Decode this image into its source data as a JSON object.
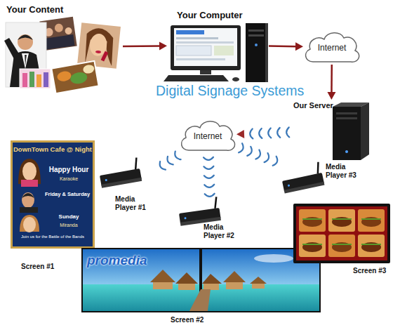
{
  "diagram": {
    "title": "Digital Signage Systems",
    "nodes": [
      {
        "text": [
          "Your Content"
        ]
      },
      {
        "text": [
          "Your Computer"
        ]
      },
      {
        "text": [
          "Internet"
        ]
      },
      {
        "text": [
          "Our Server"
        ]
      },
      {
        "text": [
          "Internet"
        ]
      },
      {
        "text": [
          "Media Player #1"
        ]
      },
      {
        "text": [
          "Media Player #2"
        ]
      },
      {
        "text": [
          "Media Player #3"
        ]
      },
      {
        "text": [
          "Screen #1"
        ]
      },
      {
        "text": [
          "Screen #2"
        ]
      },
      {
        "text": [
          "Screen #3"
        ]
      }
    ],
    "edges": [
      {
        "from": 0,
        "to": 1,
        "arrow": "to"
      },
      {
        "from": 1,
        "to": 2,
        "arrow": "to"
      },
      {
        "from": 2,
        "to": 3,
        "arrow": "to"
      },
      {
        "from": 3,
        "to": 4,
        "arrow": "to"
      },
      {
        "from": 4,
        "to": 5,
        "arrow": "none"
      },
      {
        "from": 4,
        "to": 6,
        "arrow": "none"
      },
      {
        "from": 4,
        "to": 7,
        "arrow": "none"
      }
    ],
    "labels": [
      "DownTown Cafe @ Night",
      "Happy Hour",
      "Karaoke",
      "Friday & Saturday",
      "Sunday",
      "Miranda",
      "Join us for the Battle of the Bands",
      "promedia"
    ]
  }
}
